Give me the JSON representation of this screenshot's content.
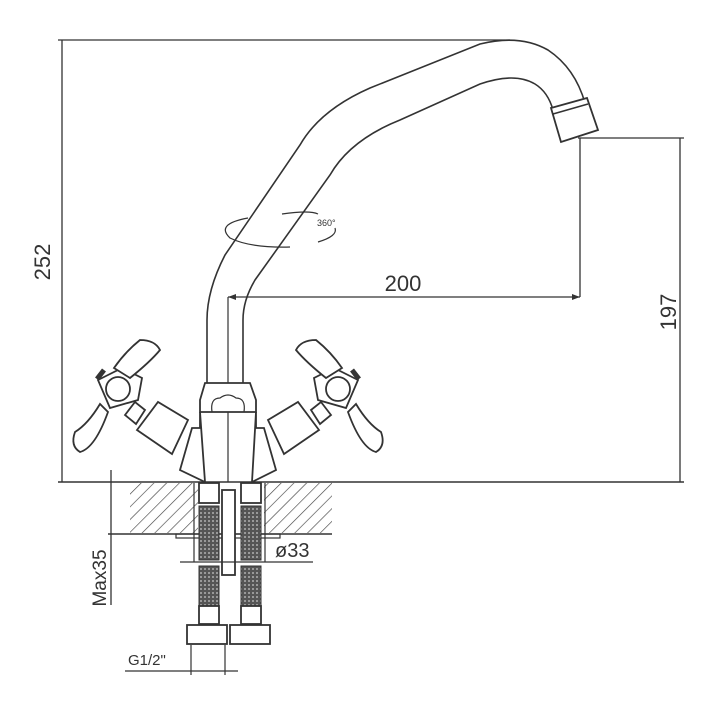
{
  "title": "Faucet technical drawing",
  "dimensions": {
    "total_height": "252",
    "spout_height": "197",
    "spout_reach": "200",
    "rotation": "360°",
    "hole_diameter": "ø33",
    "max_counter_thickness": "Max35",
    "connection_thread": "G1/2\""
  }
}
